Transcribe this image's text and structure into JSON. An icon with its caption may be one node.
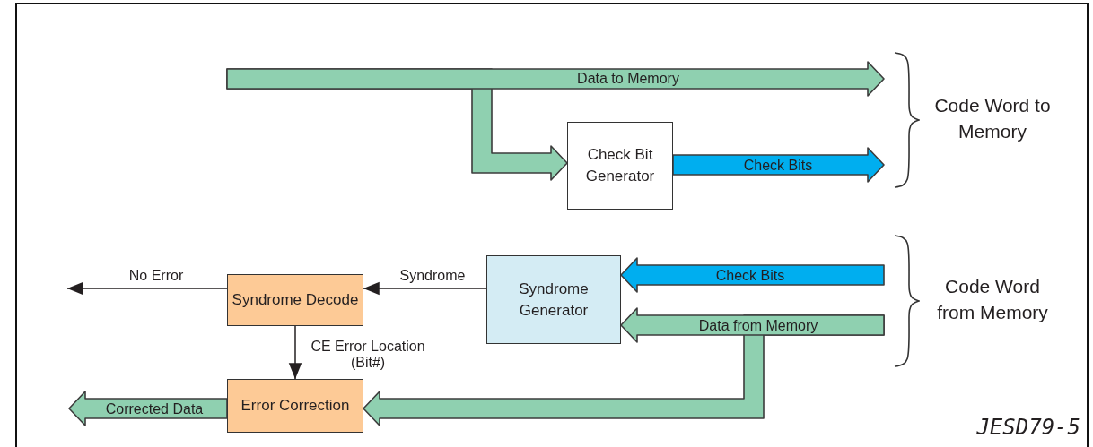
{
  "diagram": {
    "nodes": [
      {
        "text": [
          "Check Bit Generator"
        ]
      },
      {
        "text": [
          "Syndrome Generator"
        ]
      },
      {
        "text": [
          "Syndrome Decode"
        ]
      },
      {
        "text": [
          "Error Correction"
        ]
      },
      {
        "text": [
          "Code Word to Memory"
        ]
      },
      {
        "text": [
          "Code Word from Memory"
        ]
      }
    ],
    "edges": [
      {
        "from": null,
        "to": 4,
        "arrow": "to",
        "label": "Data to Memory",
        "style": "thick"
      },
      {
        "from": null,
        "to": 0,
        "arrow": "to",
        "style": "thick"
      },
      {
        "from": 0,
        "to": 4,
        "arrow": "to",
        "label": "Check Bits",
        "style": "thick",
        "color": "#00aeef"
      },
      {
        "from": 5,
        "to": 1,
        "arrow": "to",
        "label": "Check Bits",
        "style": "thick",
        "color": "#00aeef"
      },
      {
        "from": 5,
        "to": 1,
        "arrow": "to",
        "label": "Data from Memory",
        "style": "thick"
      },
      {
        "from": 5,
        "to": 3,
        "arrow": "to",
        "style": "thick"
      },
      {
        "from": 1,
        "to": 2,
        "arrow": "to",
        "label": "Syndrome",
        "color": "#231f20"
      },
      {
        "from": 2,
        "to": null,
        "arrow": "to",
        "label": "No Error",
        "color": "#231f20"
      },
      {
        "from": 2,
        "to": 3,
        "arrow": "to",
        "label": "CE Error Location (Bit#)",
        "color": "#231f20"
      },
      {
        "from": 3,
        "to": null,
        "arrow": "to",
        "label": "Corrected Data",
        "style": "thick"
      }
    ],
    "labels": [
      "JESD79-5"
    ]
  }
}
